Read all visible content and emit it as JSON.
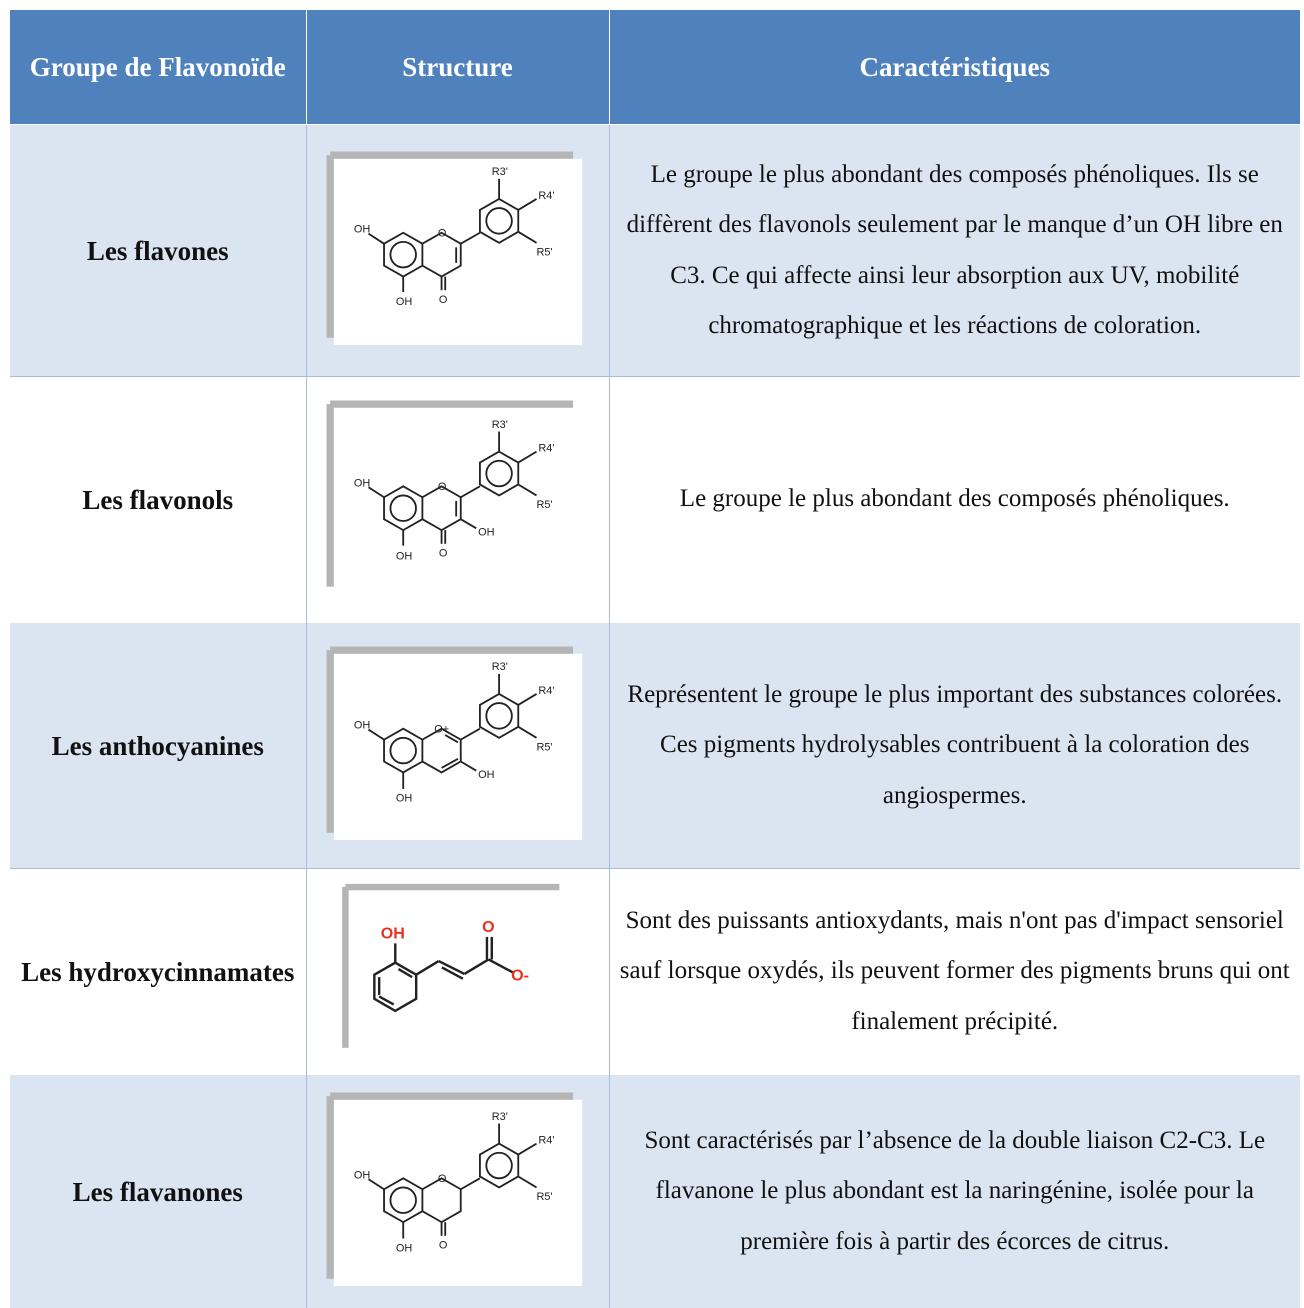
{
  "header": {
    "col1": "Groupe de Flavonoïde",
    "col2": "Structure",
    "col3": "Caractéristiques"
  },
  "rows": [
    {
      "group": "Les flavones",
      "structure_icon": "flavone-structure-icon",
      "description": "Le groupe le plus abondant des composés phénoliques. Ils se diffèrent des flavonols seulement par le manque d’un OH libre en C3. Ce qui affecte ainsi leur absorption aux UV, mobilité chromatographique et les réactions de coloration."
    },
    {
      "group": "Les flavonols",
      "structure_icon": "flavonol-structure-icon",
      "description": "Le groupe le plus abondant des composés phénoliques."
    },
    {
      "group": "Les anthocyanines",
      "structure_icon": "anthocyanin-structure-icon",
      "description": "Représentent le groupe le plus important des substances colorées. Ces pigments hydrolysables contribuent à la coloration des angiospermes."
    },
    {
      "group": "Les hydroxycinnamates",
      "structure_icon": "hydroxycinnamate-structure-icon",
      "description": "Sont des puissants antioxydants, mais n'ont pas d'impact sensoriel sauf lorsque oxydés, ils peuvent former des pigments bruns qui ont finalement précipité."
    },
    {
      "group": "Les flavanones",
      "structure_icon": "flavanone-structure-icon",
      "description": "Sont caractérisés par l’absence de la double liaison C2-C3. Le flavanone le plus abondant est la naringénine, isolée pour la première fois à partir des écorces de citrus."
    }
  ],
  "labels": {
    "R3": "R3'",
    "R4": "R4'",
    "R5": "R5'",
    "OH": "OH",
    "O": "O",
    "O_plus": "O+",
    "O_minus": "O-"
  },
  "colors": {
    "header_bg": "#4f81bd",
    "row_band": "#dbe5f1",
    "hydroxycinnamate_oxygen": "#e8321e"
  }
}
